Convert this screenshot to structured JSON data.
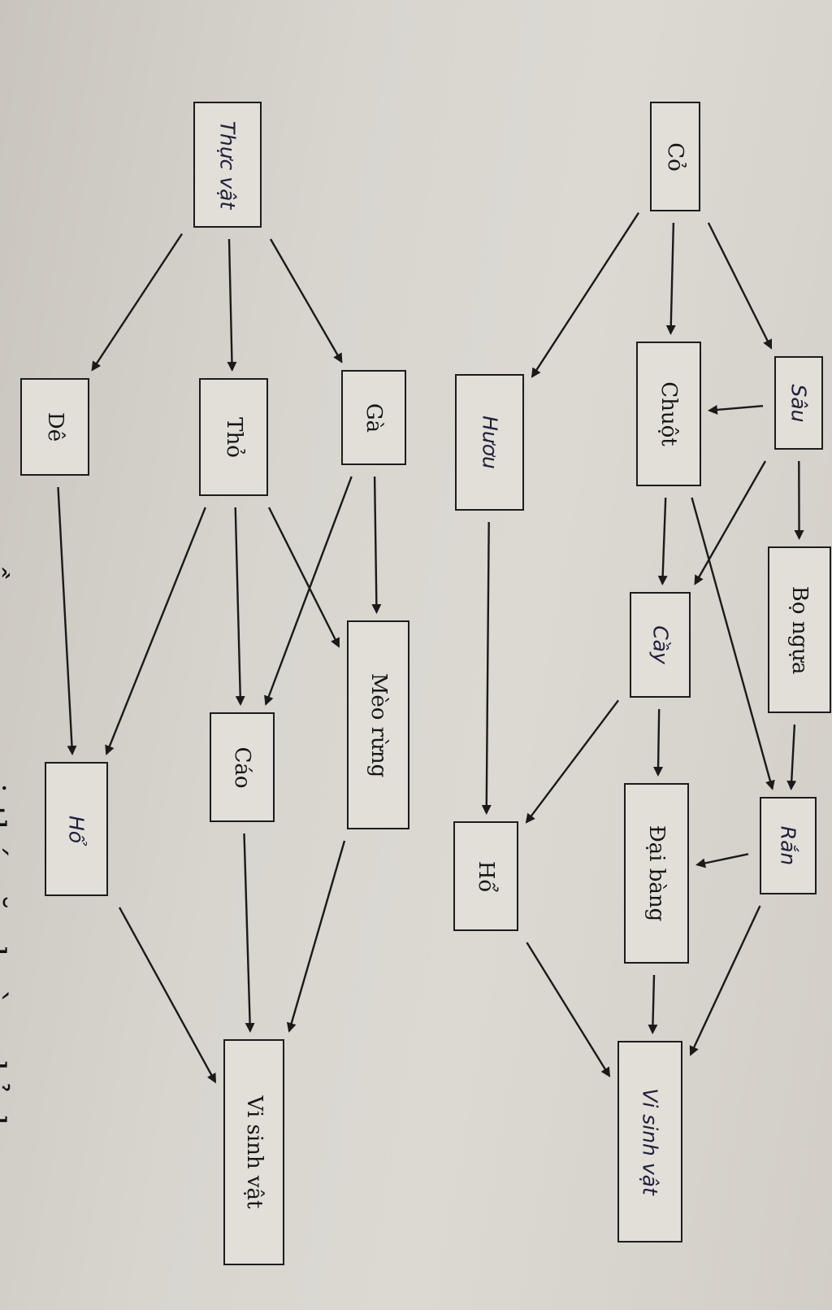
{
  "nodes": [
    {
      "id": "co",
      "label": "Cỏ",
      "hand": false
    },
    {
      "id": "sau",
      "label": "Sâu",
      "hand": true
    },
    {
      "id": "bo-ngua",
      "label": "Bọ ngựa",
      "hand": false
    },
    {
      "id": "ran",
      "label": "Rắn",
      "hand": true
    },
    {
      "id": "chuot",
      "label": "Chuột",
      "hand": false
    },
    {
      "id": "cay",
      "label": "Cầy",
      "hand": true
    },
    {
      "id": "dai-bang",
      "label": "Đại bàng",
      "hand": false
    },
    {
      "id": "vsv-right",
      "label": "Vi sinh vật",
      "hand": true
    },
    {
      "id": "huou",
      "label": "Hươu",
      "hand": true
    },
    {
      "id": "ho-tiger",
      "label": "Hổ",
      "hand": false
    },
    {
      "id": "thuc-vat",
      "label": "Thực vật",
      "hand": true
    },
    {
      "id": "ga",
      "label": "Gà",
      "hand": false
    },
    {
      "id": "meo-rung",
      "label": "Mèo rừng",
      "hand": false
    },
    {
      "id": "tho",
      "label": "Thỏ",
      "hand": false
    },
    {
      "id": "cao",
      "label": "Cáo",
      "hand": false
    },
    {
      "id": "de",
      "label": "Dê",
      "hand": false
    },
    {
      "id": "ho-left",
      "label": "Hổ",
      "hand": true
    },
    {
      "id": "vsv-left",
      "label": "Vi sinh vật",
      "hand": false
    }
  ],
  "edges": [
    {
      "from": "co",
      "to": "sau"
    },
    {
      "from": "co",
      "to": "chuot"
    },
    {
      "from": "co",
      "to": "huou"
    },
    {
      "from": "sau",
      "to": "bo-ngua"
    },
    {
      "from": "sau",
      "to": "chuot"
    },
    {
      "from": "sau",
      "to": "cay"
    },
    {
      "from": "bo-ngua",
      "to": "ran"
    },
    {
      "from": "chuot",
      "to": "cay"
    },
    {
      "from": "chuot",
      "to": "ran"
    },
    {
      "from": "cay",
      "to": "dai-bang"
    },
    {
      "from": "cay",
      "to": "ho-tiger"
    },
    {
      "from": "ran",
      "to": "dai-bang"
    },
    {
      "from": "ran",
      "to": "vsv-right"
    },
    {
      "from": "dai-bang",
      "to": "vsv-right"
    },
    {
      "from": "huou",
      "to": "ho-tiger"
    },
    {
      "from": "ho-tiger",
      "to": "vsv-right"
    },
    {
      "from": "thuc-vat",
      "to": "ga"
    },
    {
      "from": "thuc-vat",
      "to": "tho"
    },
    {
      "from": "thuc-vat",
      "to": "de"
    },
    {
      "from": "ga",
      "to": "meo-rung"
    },
    {
      "from": "ga",
      "to": "cao"
    },
    {
      "from": "tho",
      "to": "meo-rung"
    },
    {
      "from": "tho",
      "to": "cao"
    },
    {
      "from": "tho",
      "to": "ho-left"
    },
    {
      "from": "de",
      "to": "ho-left"
    },
    {
      "from": "meo-rung",
      "to": "vsv-left"
    },
    {
      "from": "cao",
      "to": "vsv-left"
    },
    {
      "from": "ho-left",
      "to": "vsv-left"
    }
  ],
  "bottom_text": "...ều ... ... ... ...i thức ăn hoàn chỉnh"
}
